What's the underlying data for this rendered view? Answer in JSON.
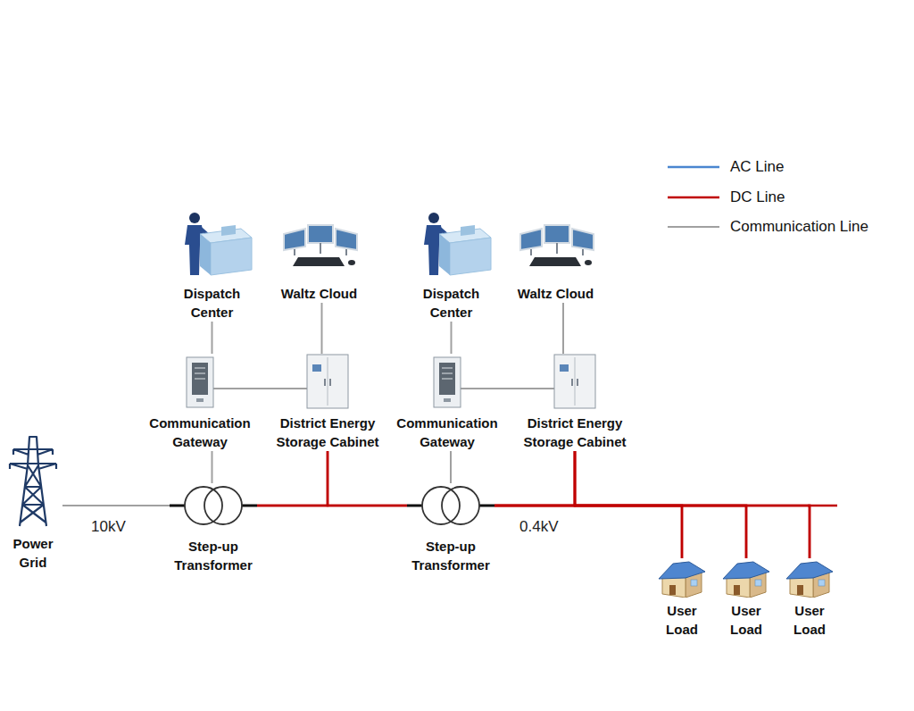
{
  "diagram": {
    "nodes": [
      {
        "text": [
          "Dispatch Center"
        ]
      },
      {
        "text": [
          "Waltz Cloud"
        ]
      },
      {
        "text": [
          "Dispatch Center"
        ]
      },
      {
        "text": [
          "Waltz Cloud"
        ]
      },
      {
        "text": [
          "Communication Gateway"
        ]
      },
      {
        "text": [
          "District Energy Storage Cabinet"
        ]
      },
      {
        "text": [
          "Communication Gateway"
        ]
      },
      {
        "text": [
          "District Energy Storage Cabinet"
        ]
      },
      {
        "text": [
          "Power Grid"
        ]
      },
      {
        "text": [
          "Step-up Transformer"
        ]
      },
      {
        "text": [
          "Step-up Transformer"
        ]
      },
      {
        "text": [
          "User Load"
        ]
      },
      {
        "text": [
          "User Load"
        ]
      },
      {
        "text": [
          "User Load"
        ]
      }
    ],
    "edges": [
      {
        "from": 0,
        "to": 4,
        "arrow": "none"
      },
      {
        "from": 1,
        "to": 5,
        "arrow": "none"
      },
      {
        "from": 4,
        "to": 5,
        "arrow": "none"
      },
      {
        "from": 4,
        "to": 9,
        "arrow": "none"
      },
      {
        "from": 2,
        "to": 6,
        "arrow": "none"
      },
      {
        "from": 3,
        "to": 7,
        "arrow": "none"
      },
      {
        "from": 6,
        "to": 7,
        "arrow": "none"
      },
      {
        "from": 6,
        "to": 10,
        "arrow": "none"
      },
      {
        "from": 8,
        "to": 9,
        "arrow": "none"
      },
      {
        "from": 9,
        "to": 10,
        "arrow": "none"
      },
      {
        "from": 5,
        "to": 9,
        "arrow": "none"
      },
      {
        "from": 5,
        "to": 10,
        "arrow": "none"
      },
      {
        "from": 10,
        "to": 7,
        "arrow": "none"
      },
      {
        "from": 10,
        "to": 11,
        "arrow": "none"
      },
      {
        "from": 10,
        "to": 12,
        "arrow": "none"
      },
      {
        "from": 10,
        "to": 13,
        "arrow": "none"
      },
      {
        "from": 7,
        "to": 11,
        "arrow": "none"
      },
      {
        "from": 7,
        "to": 12,
        "arrow": "none"
      },
      {
        "from": 7,
        "to": 13,
        "arrow": "none"
      }
    ],
    "labels": [
      "10kV",
      "0.4kV"
    ],
    "legend": [
      {
        "text": "AC Line"
      },
      {
        "text": "DC Line"
      },
      {
        "text": "Communication Line"
      }
    ]
  }
}
